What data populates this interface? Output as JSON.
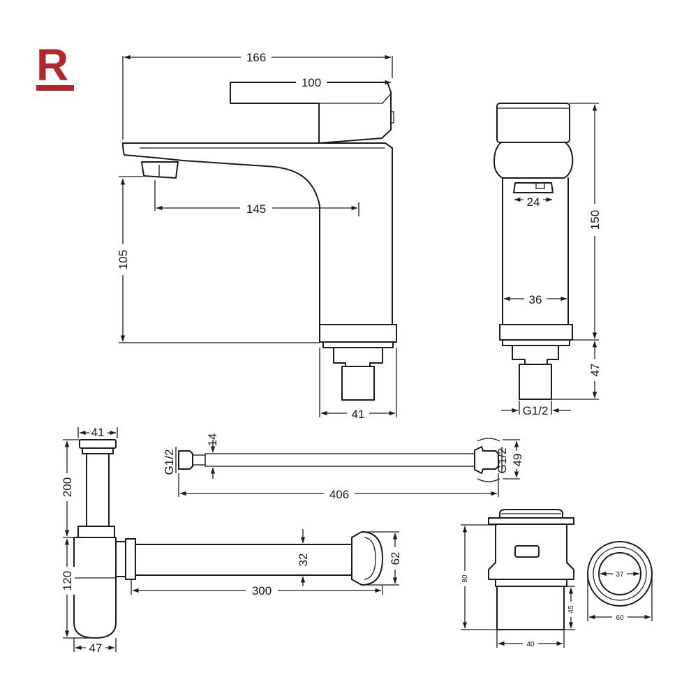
{
  "brand": {
    "logo_text": "R",
    "logo_color": "#b0282c"
  },
  "faucet_front": {
    "width_overall": "166",
    "handle_length": "100",
    "spout_reach": "145",
    "outlet_height": "105",
    "base_diameter": "41"
  },
  "faucet_side": {
    "outlet_diameter": "24",
    "body_diameter": "36",
    "height": "150",
    "shank_length": "47",
    "thread": "G1/2"
  },
  "hose": {
    "end_thread_left": "G1/2",
    "core_diameter": "14",
    "length": "406",
    "end_thread_right": "G1/2",
    "nut_width": "49"
  },
  "siphon": {
    "top_diameter": "41",
    "upper_height": "200",
    "lower_height": "120",
    "bottle_diameter": "47",
    "pipe_length": "300",
    "pipe_diameter": "32",
    "flange_diameter": "62"
  },
  "drain_valve": {
    "height": "80",
    "thread_length": "45",
    "thread_diameter": "40",
    "cap_diameter": "60",
    "inner_diameter": "37"
  }
}
